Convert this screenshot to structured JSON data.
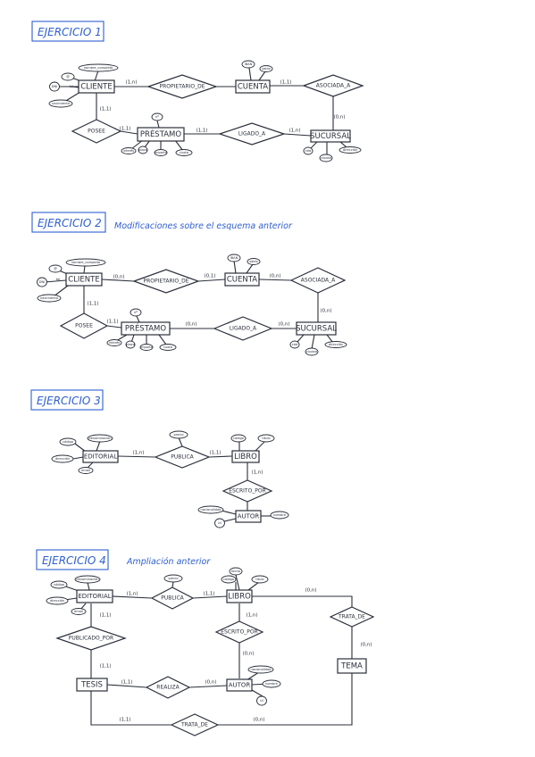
{
  "colors": {
    "heading": "#2f5fd0",
    "ink": "#2b2f3a",
    "background": "#ffffff"
  },
  "ex1": {
    "title": "EJERCICIO 1",
    "entities": {
      "cliente": "CLIENTE",
      "cuenta": "CUENTA",
      "prestamo": "PRÉSTAMO",
      "sucursal": "SUCURSAL"
    },
    "relations": {
      "propietario": "PROPIETARIO_DE",
      "asociada": "ASOCIADA_A",
      "posee": "POSEE",
      "ligado": "LIGADO_A"
    },
    "attributes": {
      "nombre": "nombre_completo",
      "dni": "DNI",
      "email": "@",
      "tel": "tel",
      "nacimiento": "nacimiento",
      "num_cuenta": "IBAN",
      "saldo": "saldo",
      "num_prestamo": "nº",
      "interes": "interés",
      "plazo": "plazo",
      "importe": "importe",
      "cuota": "cuota",
      "cod_sucursal": "cód",
      "direccion": "dirección",
      "ciudad": "ciudad"
    },
    "cardinalities": {
      "c1": "(1,n)",
      "c2": "(1,1)",
      "c3": "(0,n)",
      "c4": "(1,1)",
      "c5": "(1,1)",
      "c6": "(1,n)"
    }
  },
  "ex2": {
    "title": "EJERCICIO 2",
    "note": "Modificaciones sobre el esquema anterior",
    "entities": {
      "cliente": "CLIENTE",
      "cuenta": "CUENTA",
      "prestamo": "PRÉSTAMO",
      "sucursal": "SUCURSAL"
    },
    "relations": {
      "propietario": "PROPIETARIO_DE",
      "asociada": "ASOCIADA_A",
      "posee": "POSEE",
      "ligado": "LIGADO_A"
    },
    "attributes": {
      "nombre": "nombre_completo",
      "dni": "DNI",
      "email": "@",
      "tel": "tel",
      "nacimiento": "nacimiento",
      "num_cuenta": "IBAN",
      "saldo": "saldo",
      "num_prestamo": "nº",
      "interes": "interés",
      "plazo": "plazo",
      "importe": "importe",
      "cuota": "cuota",
      "cod_sucursal": "cód",
      "direccion": "dirección",
      "ciudad": "ciudad"
    },
    "cardinalities": {
      "c1": "(0,n)",
      "c2": "(0,1)",
      "c3": "(0,n)",
      "c4": "(0,n)",
      "c5": "(1,1)",
      "c6": "(0,n)",
      "c7": "(0,n)"
    }
  },
  "ex3": {
    "title": "EJERCICIO 3",
    "entities": {
      "editorial": "EDITORIAL",
      "libro": "LIBRO",
      "autor": "AUTOR"
    },
    "relations": {
      "publica": "PUBLICA",
      "escrito": "ESCRITO_POR"
    },
    "attributes": {
      "codigo": "código",
      "denominacion": "denominación",
      "direccion": "dirección",
      "email": "email",
      "precio": "precio",
      "cod_libro": "código",
      "titulo": "título",
      "nacionalidad": "nacionalidad",
      "nombre": "nombre",
      "id": "id"
    },
    "cardinalities": {
      "c1": "(1,n)",
      "c2": "(1,1)",
      "c3": "(1,n)"
    }
  },
  "ex4": {
    "title": "EJERCICIO 4",
    "note": "Ampliación anterior",
    "entities": {
      "editorial": "EDITORIAL",
      "libro": "LIBRO",
      "tesis": "TESIS",
      "autor": "AUTOR",
      "tema": "TEMA"
    },
    "relations": {
      "publica": "PUBLICA",
      "publicado": "PUBLICADO_POR",
      "escrito": "ESCRITO_POR",
      "trata1": "TRATA_DE",
      "realiza": "REALIZA",
      "trata2": "TRATA_DE"
    },
    "attributes": {
      "codigo": "código",
      "denominacion": "denominación",
      "direccion": "dirección",
      "email": "email",
      "precio": "precio",
      "cod_libro": "código",
      "titulo": "título",
      "fecha": "fecha",
      "nacionalidad": "nacionalidad",
      "nombre": "nombre",
      "id": "id"
    },
    "cardinalities": {
      "c1": "(1,n)",
      "c2": "(1,1)",
      "c3": "(0,n)",
      "c4": "(1,1)",
      "c5": "(1,n)",
      "c6": "(0,n)",
      "c7": "(1,1)",
      "c8": "(1,1)",
      "c9": "(0,n)",
      "c10": "(1,1)",
      "c11": "(0,n)"
    }
  }
}
